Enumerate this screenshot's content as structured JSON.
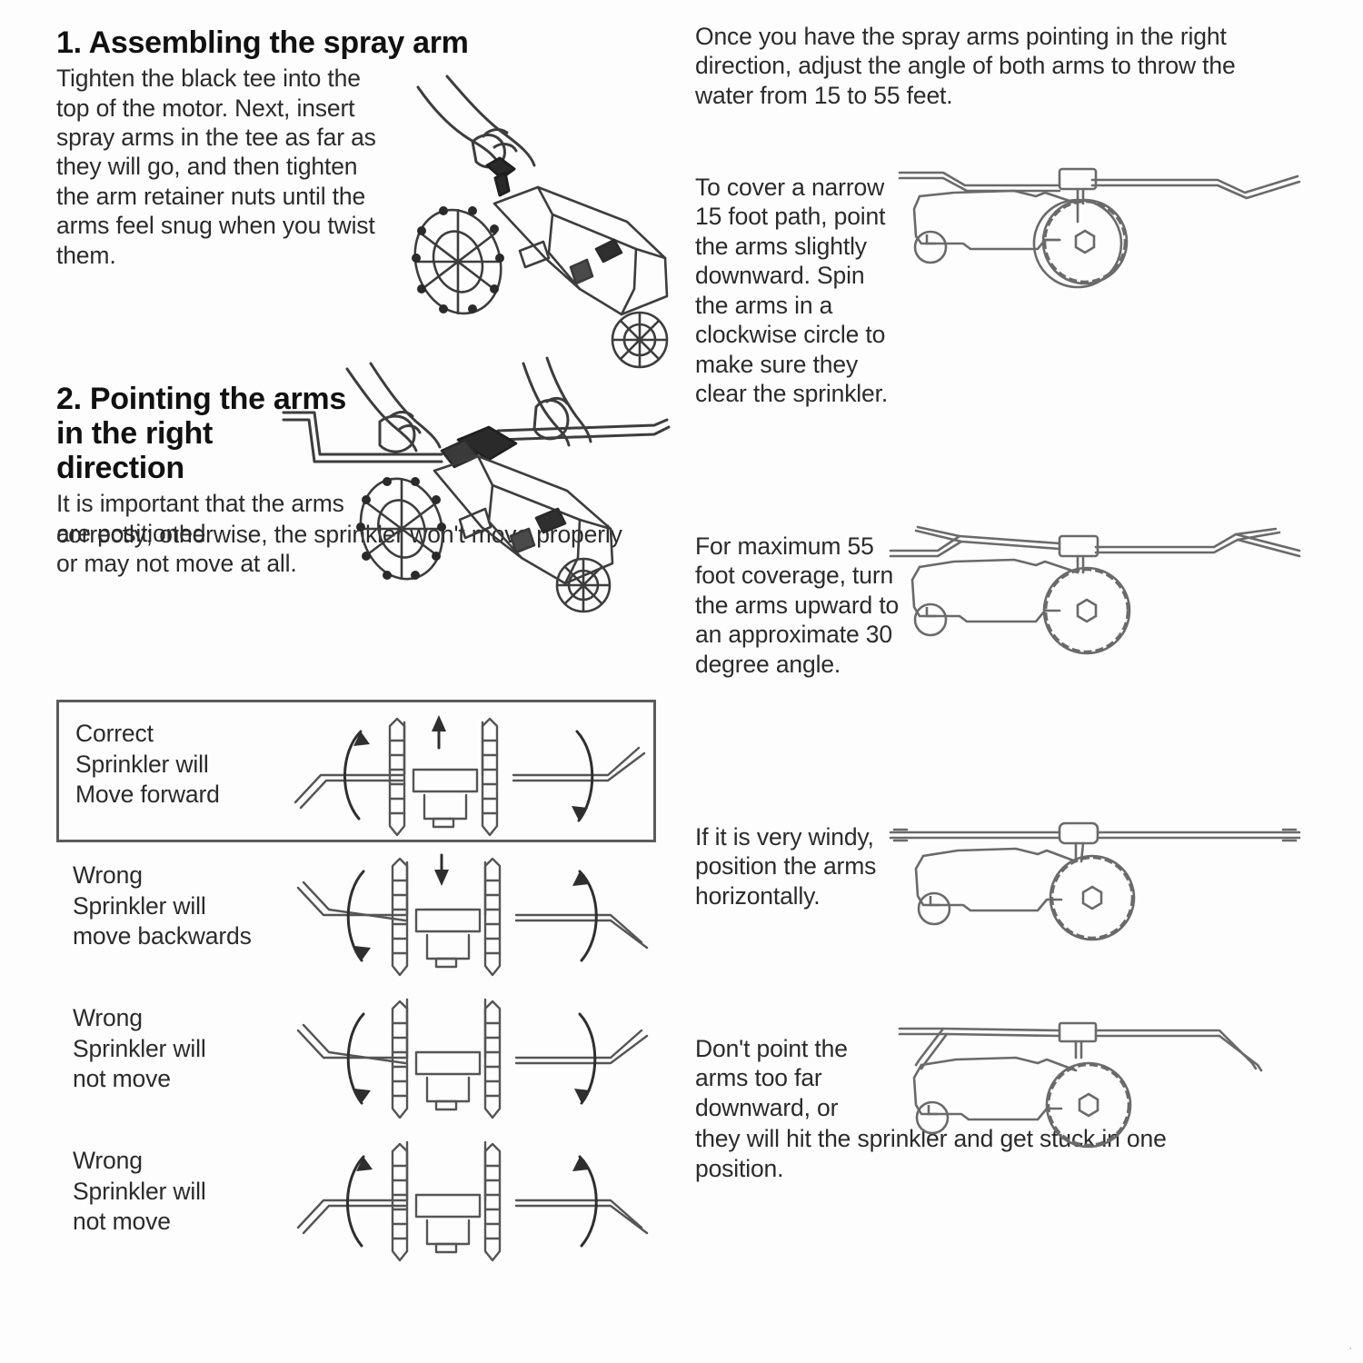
{
  "document": {
    "type": "instruction-manual-page",
    "ink_color": "#2b2b2b",
    "line_color": "#5b5b5b"
  },
  "left_column": {
    "section1": {
      "heading": "1. Assembling the spray arm",
      "body": "Tighten the black tee into the top of the motor. Next, insert spray arms in the tee as far as they will go, and then tighten the arm retainer nuts until the arms feel snug when you twist them.",
      "illustration_name": "hand-tightening-tee-on-sprinkler"
    },
    "section2": {
      "heading": "2. Pointing the arms in the right direction",
      "body_narrow": "It is important that the arms are positioned",
      "body_wide": "correctly; otherwise, the sprinkler won't move properly or may not move at all.",
      "illustration_name": "two-hands-adjusting-spray-arms"
    },
    "comparison_rows": [
      {
        "status": "Correct",
        "line2": "Sprinkler will",
        "line3": "Move forward",
        "boxed": true,
        "left_arrow": "up",
        "right_arrow": "down",
        "center_arrow": "up",
        "arm_left_tip": "down",
        "arm_right_tip": "up"
      },
      {
        "status": "Wrong",
        "line2": "Sprinkler will",
        "line3": "move backwards",
        "boxed": false,
        "left_arrow": "down",
        "right_arrow": "up",
        "center_arrow": "down",
        "arm_left_tip": "up",
        "arm_right_tip": "down"
      },
      {
        "status": "Wrong",
        "line2": "Sprinkler will",
        "line3": "not move",
        "boxed": false,
        "left_arrow": "down",
        "right_arrow": "down",
        "center_arrow": "none",
        "arm_left_tip": "up",
        "arm_right_tip": "up"
      },
      {
        "status": "Wrong",
        "line2": "Sprinkler will",
        "line3": "not move",
        "boxed": false,
        "left_arrow": "up",
        "right_arrow": "up",
        "center_arrow": "none",
        "arm_left_tip": "down",
        "arm_right_tip": "down"
      }
    ]
  },
  "right_column": {
    "intro": "Once you have the spray arms pointing in the right direction, adjust the angle of both arms to throw the water from 15 to 55 feet.",
    "blocks": [
      {
        "text": "To cover a narrow 15 foot path, point the arms slightly downward. Spin the arms in a clockwise circle to make sure they clear the sprinkler.",
        "illustration_name": "sprinkler-side-view-arms-slightly-down",
        "arm_angle_label": "15 foot"
      },
      {
        "text": "For maximum 55 foot coverage, turn the arms upward to an approximate 30 degree angle.",
        "illustration_name": "sprinkler-side-view-arms-up-30-degrees",
        "arm_angle_label": "55 foot"
      },
      {
        "text": "If it is very windy, position the arms horizontally.",
        "illustration_name": "sprinkler-side-view-arms-horizontal",
        "arm_angle_label": "horizontal"
      },
      {
        "text_narrow": "Don't point the arms too far downward, or",
        "text_wide": "they will hit the sprinkler and get stuck in one position.",
        "illustration_name": "sprinkler-side-view-arms-too-far-down",
        "arm_angle_label": "too far down"
      }
    ]
  },
  "footer": {
    "corner_mark": "·"
  }
}
